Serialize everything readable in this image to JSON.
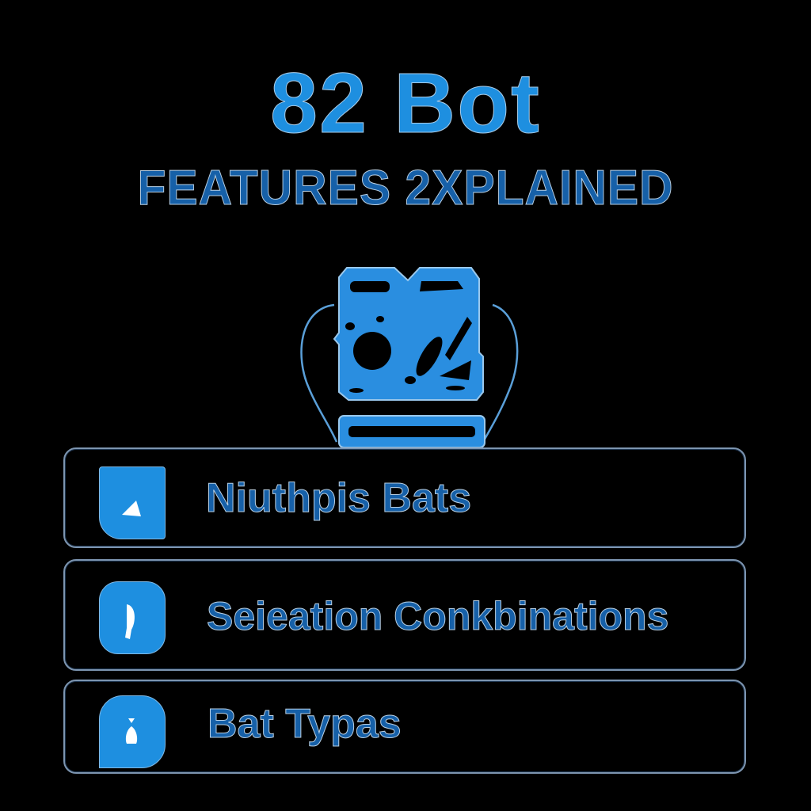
{
  "header": {
    "title": "82 Bot",
    "subtitle": "FEATURES 2XPLAINED"
  },
  "emblem": {
    "icon": "bot-emblem-icon"
  },
  "features": [
    {
      "label": "Niuthpis Bats",
      "icon": "triangle-icon"
    },
    {
      "label": "Seieation Conkbinations",
      "icon": "figure-icon"
    },
    {
      "label": "Bat Typas",
      "icon": "bell-icon"
    }
  ],
  "colors": {
    "background": "#000000",
    "title": "#1e8fe0",
    "subtitle": "#1660a8",
    "icon_fill": "#1e8fe0",
    "row_border": "#7d95b0"
  }
}
